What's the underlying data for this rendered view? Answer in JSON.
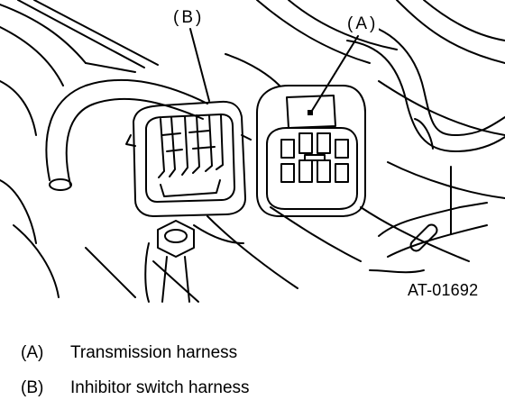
{
  "callouts": {
    "a": "(A)",
    "b": "(B)"
  },
  "figure_id": "AT-01692",
  "legend": [
    {
      "key": "(A)",
      "text": "Transmission harness"
    },
    {
      "key": "(B)",
      "text": "Inhibitor switch harness"
    }
  ],
  "colors": {
    "line": "#000000",
    "background": "#ffffff"
  },
  "icons": {
    "connector_a": "transmission-harness-connector-icon",
    "connector_b": "inhibitor-switch-connector-icon",
    "bolt": "bolt-icon"
  }
}
